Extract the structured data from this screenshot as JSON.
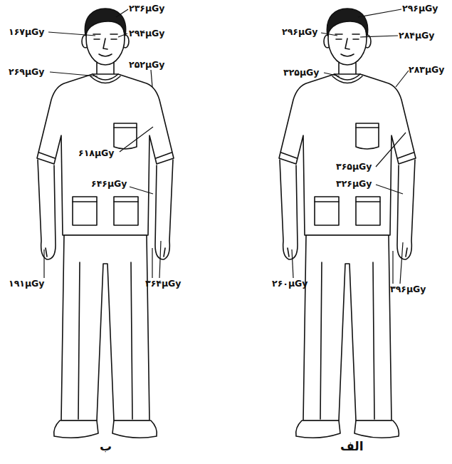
{
  "diagram": {
    "labels": [
      "۲۳۶μGy",
      "۱۶۷μGy",
      "۲۹۴μGy",
      "۲۶۹μGy",
      "۲۵۲μGy",
      "۶۱۸μGy",
      "۶۴۶μGy",
      "۱۹۱μGy",
      "۳۶۴μGy",
      "۲۹۶μGy",
      "۲۹۶μGy",
      "۲۸۴μGy",
      "۳۲۵μGy",
      "۲۸۳μGy",
      "۳۶۵μGy",
      "۳۲۶μGy",
      "۲۶۰μGy",
      "۳۹۶μGy",
      "ب",
      "الف"
    ]
  }
}
